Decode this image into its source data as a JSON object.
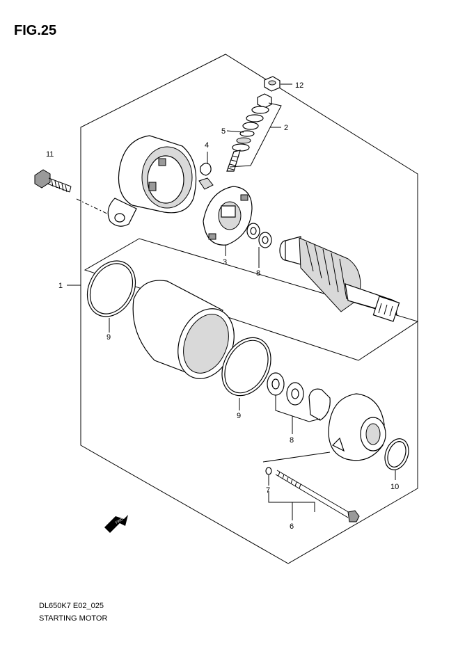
{
  "figure": {
    "title": "FIG.25",
    "code": "DL650K7 E02_025",
    "caption": "STARTING MOTOR",
    "fwd_label": "FWD"
  },
  "callouts": {
    "p1": "1",
    "p2": "2",
    "p3": "3",
    "p4": "4",
    "p5": "5",
    "p6": "6",
    "p7": "7",
    "p8a": "8",
    "p8b": "8",
    "p9a": "9",
    "p9b": "9",
    "p10": "10",
    "p11": "11",
    "p12": "12"
  }
}
